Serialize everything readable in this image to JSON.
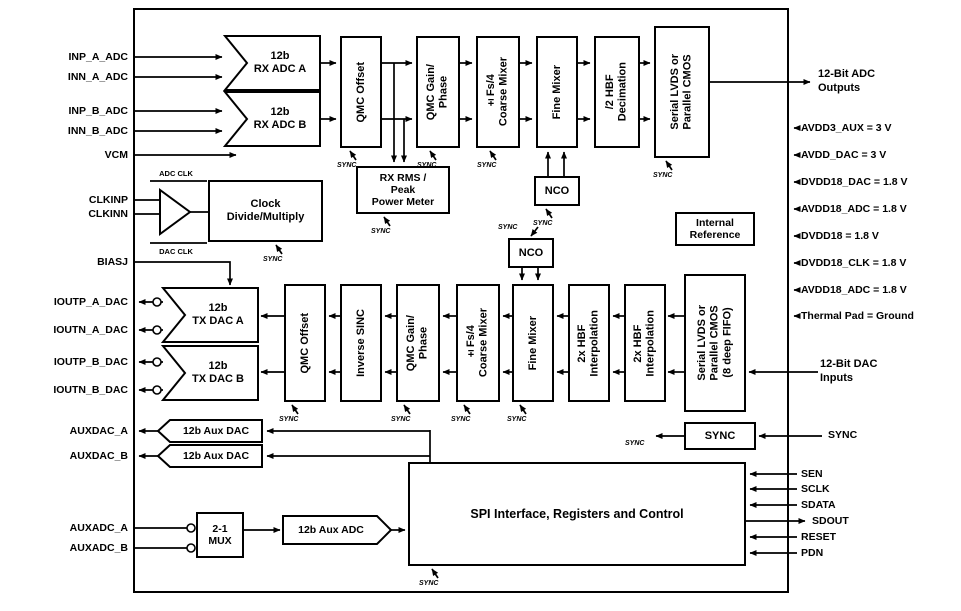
{
  "labels": {
    "sync": "SYNC",
    "adc_outputs": "12-Bit ADC\nOutputs",
    "dac_inputs": "12-Bit DAC\nInputs",
    "adc_clk": "ADC CLK",
    "dac_clk": "DAC CLK"
  },
  "blocks": {
    "rx_adc_a": "12b\nRX ADC A",
    "rx_adc_b": "12b\nRX ADC B",
    "rx_qmc_offset": "QMC Offset",
    "rx_qmc_gain": "QMC Gain/\nPhase",
    "rx_coarse_mixer": "±Fs/4\nCoarse Mixer",
    "rx_fine_mixer": "Fine Mixer",
    "rx_hbf_decimation": "/2 HBF\nDecimation",
    "rx_serial": "Serial LVDS or\nParallel CMOS",
    "rx_rms_meter": "RX RMS /\nPeak\nPower Meter",
    "nco_rx": "NCO",
    "nco_tx": "NCO",
    "clock": "Clock\nDivide/Multiply",
    "internal_reference": "Internal\nReference",
    "tx_serial_fifo": "Serial LVDS or\nParallel CMOS\n(8 deep FIFO)",
    "tx_hbf_interp_1": "2x HBF\nInterpolation",
    "tx_hbf_interp_2": "2x HBF\nInterpolation",
    "tx_fine_mixer": "Fine Mixer",
    "tx_coarse_mixer": "±Fs/4\nCoarse Mixer",
    "tx_qmc_gain": "QMC Gain/\nPhase",
    "tx_inverse_sinc": "Inverse SINC",
    "tx_qmc_offset": "QMC Offset",
    "tx_dac_a": "12b\nTX DAC A",
    "tx_dac_b": "12b\nTX DAC B",
    "sync": "SYNC",
    "aux_dac_a": "12b Aux DAC",
    "aux_dac_b": "12b Aux DAC",
    "spi": "SPI Interface, Registers and Control",
    "mux": "2-1\nMUX",
    "aux_adc": "12b Aux ADC"
  },
  "left_pins": [
    "INP_A_ADC",
    "INN_A_ADC",
    "INP_B_ADC",
    "INN_B_ADC",
    "VCM",
    "CLKINP",
    "CLKINN",
    "BIASJ",
    "IOUTP_A_DAC",
    "IOUTN_A_DAC",
    "IOUTP_B_DAC",
    "IOUTN_B_DAC",
    "AUXDAC_A",
    "AUXDAC_B",
    "AUXADC_A",
    "AUXADC_B"
  ],
  "power_pins": [
    "AVDD3_AUX = 3 V",
    "AVDD_DAC = 3 V",
    "DVDD18_DAC = 1.8 V",
    "AVDD18_ADC = 1.8 V",
    "DVDD18 = 1.8 V",
    "DVDD18_CLK = 1.8 V",
    "AVDD18_ADC = 1.8 V",
    "Thermal Pad = Ground"
  ],
  "control_pins": [
    "SYNC",
    "SEN",
    "SCLK",
    "SDATA",
    "SDOUT",
    "RESET",
    "PDN"
  ]
}
